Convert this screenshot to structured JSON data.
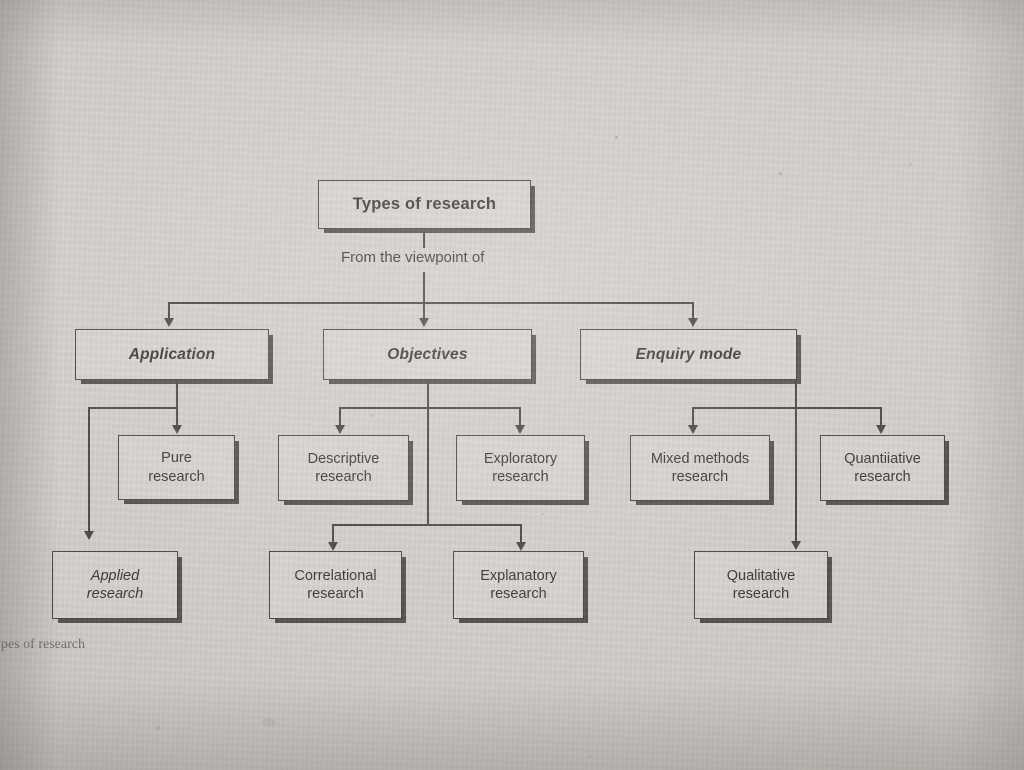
{
  "figure": {
    "caption": "ypes of research",
    "background_color": "#cfcac5",
    "ink_color": "#3a3633"
  },
  "diagram": {
    "root": {
      "label": "Types of research"
    },
    "root_connector_label": "From the viewpoint of",
    "branches": [
      {
        "label": "Application",
        "children": [
          {
            "label": "Pure\nresearch"
          },
          {
            "label": "Applied\nresearch",
            "italic": true
          }
        ]
      },
      {
        "label": "Objectives",
        "children": [
          {
            "label": "Descriptive\nresearch"
          },
          {
            "label": "Exploratory\nresearch"
          },
          {
            "label": "Correlational\nresearch"
          },
          {
            "label": "Explanatory\nresearch"
          }
        ]
      },
      {
        "label": "Enquiry mode",
        "children": [
          {
            "label": "Mixed methods\nresearch"
          },
          {
            "label": "Quantiіative\nresearch"
          },
          {
            "label": "Qualitative\nresearch"
          }
        ]
      }
    ]
  },
  "nodes": {
    "root": "Types of research",
    "viewpoint": "From the viewpoint of",
    "application": "Application",
    "objectives": "Objectives",
    "enquiry_mode": "Enquiry mode",
    "pure": "Pure\nresearch",
    "applied": "Applied\nresearch",
    "descriptive": "Descriptive\nresearch",
    "exploratory": "Exploratory\nresearch",
    "correlational": "Correlational\nresearch",
    "explanatory": "Explanatory\nresearch",
    "mixed_methods": "Mixed methods\nresearch",
    "quantitative": "Quantiіative\nresearch",
    "qualitative": "Qualitative\nresearch"
  }
}
